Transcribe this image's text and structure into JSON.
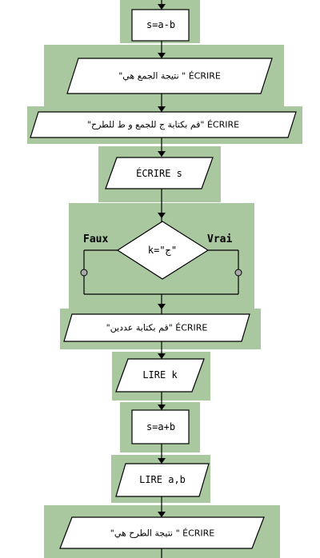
{
  "colors": {
    "panel": "#aac8a0",
    "shape_fill": "#ffffff",
    "stroke": "#000000"
  },
  "flowchart": {
    "nodes": [
      {
        "id": "n1",
        "shape": "rectangle",
        "text": "s=a-b"
      },
      {
        "id": "n2",
        "shape": "parallelogram",
        "text": "\"نتيجة الجمع هي \" ÉCRIRE"
      },
      {
        "id": "n3",
        "shape": "parallelogram",
        "text": "\"قم بكتابة ج للجمع و ط للطرح\" ÉCRIRE"
      },
      {
        "id": "n4",
        "shape": "parallelogram",
        "text": "ÉCRIRE s"
      },
      {
        "id": "n5",
        "shape": "decision",
        "text": "k=\"ج\"",
        "no_label": "Faux",
        "yes_label": "Vrai"
      },
      {
        "id": "n6",
        "shape": "parallelogram",
        "text": "\"قم بكتابة عددين\" ÉCRIRE"
      },
      {
        "id": "n7",
        "shape": "parallelogram",
        "text": "LIRE k"
      },
      {
        "id": "n8",
        "shape": "rectangle",
        "text": "s=a+b"
      },
      {
        "id": "n9",
        "shape": "parallelogram",
        "text": "LIRE a,b"
      },
      {
        "id": "n10",
        "shape": "parallelogram",
        "text": "\"نتيجة الطرح هي \" ÉCRIRE"
      }
    ]
  }
}
